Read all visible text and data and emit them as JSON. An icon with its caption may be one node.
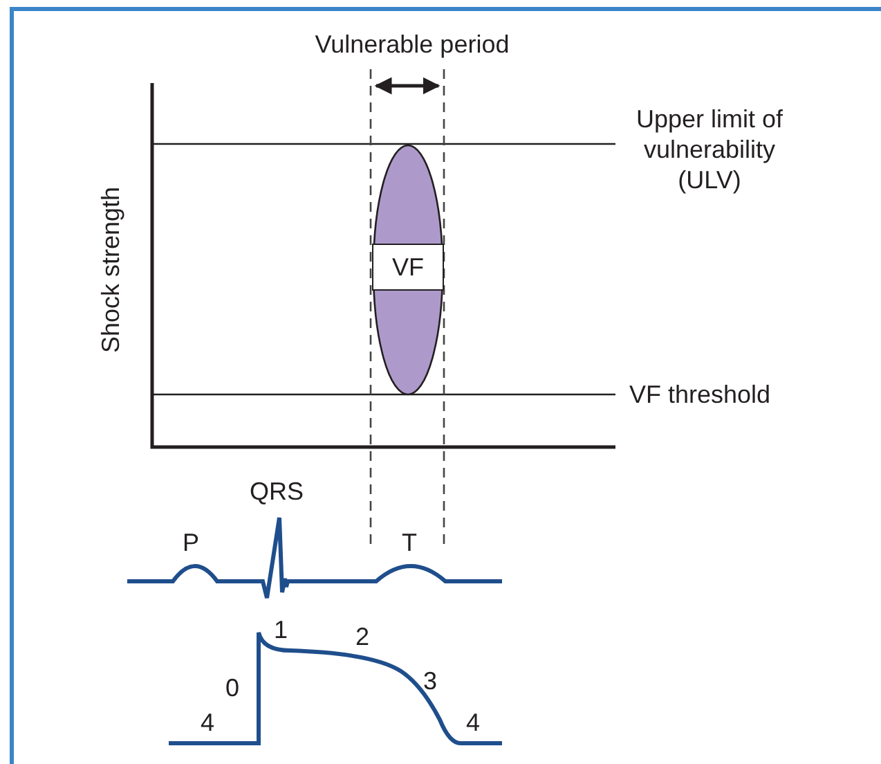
{
  "diagram": {
    "nodes": [
      {
        "text": [
          "VF"
        ]
      }
    ],
    "edges": [],
    "labels": [
      "Vulnerable period",
      "Upper limit of vulnerability (ULV)",
      "Shock strength",
      "VF threshold",
      "QRS",
      "P",
      "T",
      "1",
      "2",
      "0",
      "3",
      "4",
      "4"
    ]
  }
}
